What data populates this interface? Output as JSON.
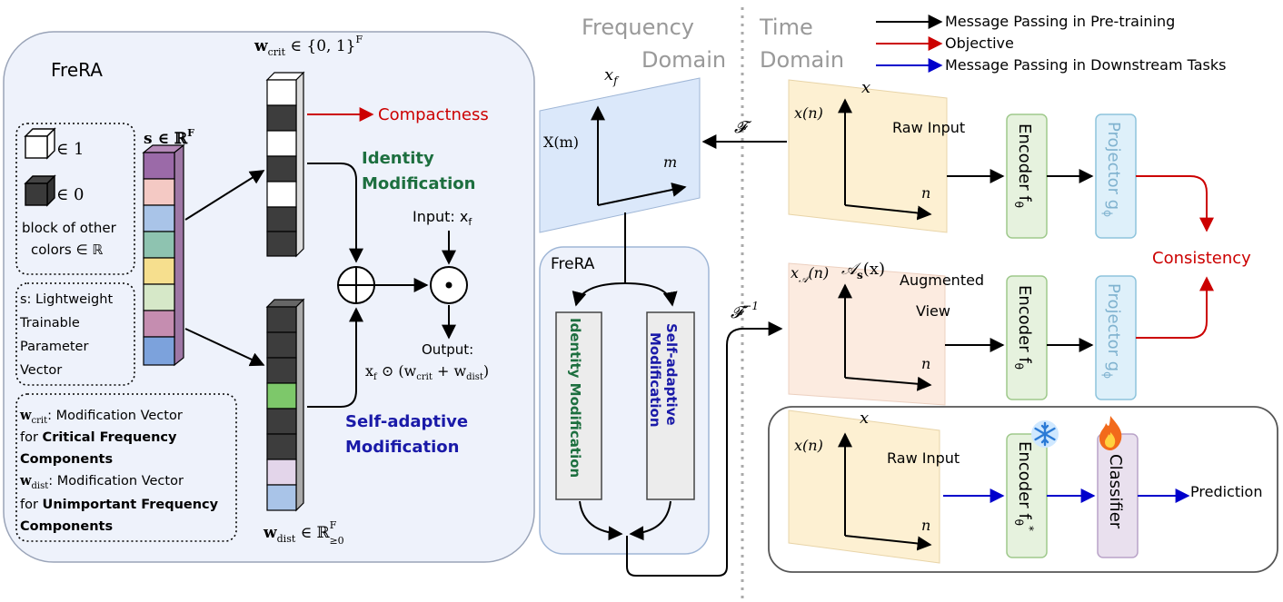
{
  "freRA_panel": {
    "title": "FreRA",
    "s_label": "s ∈ ℝ",
    "s_sup": "F",
    "legend_white": "∈ 1",
    "legend_black": "∈ 0",
    "legend_other_1": "block of other",
    "legend_other_2": "colors ∈ ℝ",
    "s_desc_1": "s: Lightweight",
    "s_desc_2": "Trainable",
    "s_desc_3": "Parameter",
    "s_desc_4": "Vector",
    "wcrit_desc_1": "w",
    "wcrit_desc_1_sub": "crit",
    "wcrit_desc_1_rest": ": Modification Vector",
    "wcrit_desc_2": "for ",
    "wcrit_desc_2_bold": "Critical Frequency",
    "wcrit_desc_3": "Components",
    "wdist_desc_1": "w",
    "wdist_desc_1_sub": "dist",
    "wdist_desc_1_rest": ": Modification Vector",
    "wdist_desc_2": "for ",
    "wdist_desc_2_bold": "Unimportant Frequency",
    "wdist_desc_3": "Components",
    "wcrit_label": "w",
    "wcrit_label_sub": "crit",
    "wcrit_label_rest": " ∈ {0, 1}",
    "wcrit_label_sup": "F",
    "wdist_label": "w",
    "wdist_label_sub": "dist",
    "wdist_label_rest": " ∈ ℝ",
    "wdist_label_sup": "F",
    "wdist_label_sub2": "≥0",
    "compactness": "Compactness",
    "identity_1": "Identity",
    "identity_2": "Modification",
    "selfadaptive_1": "Self-adaptive",
    "selfadaptive_2": "Modification",
    "input_label": "Input: x",
    "input_sub": "f",
    "output_label": "Output:",
    "output_formula": "x",
    "output_formula_sub": "f",
    "output_formula_rest": " ⊙ (w",
    "output_formula_sub2": "crit",
    "output_formula_rest2": " + w",
    "output_formula_sub3": "dist",
    "output_formula_rest3": ")"
  },
  "domains": {
    "frequency_1": "Frequency",
    "frequency_2": "Domain",
    "time_1": "Time",
    "time_2": "Domain"
  },
  "legend": {
    "black": "Message Passing in Pre-training",
    "red": "Objective",
    "blue": "Message Passing in Downstream Tasks"
  },
  "frequency_plane": {
    "label_top": "x",
    "label_top_sub": "f",
    "y_label": "X(m)",
    "x_label": "m"
  },
  "transforms": {
    "forward": "𝓕",
    "inverse": "𝓕",
    "inverse_sup": "−1"
  },
  "freRA_small": {
    "title": "FreRA",
    "identity": "Identity Modification",
    "selfadaptive_1": "Self-adaptive",
    "selfadaptive_2": "Modification"
  },
  "row1": {
    "plane_top": "x",
    "y_label": "x(n)",
    "x_label": "n",
    "caption": "Raw Input",
    "encoder": "Encoder f",
    "encoder_sub": "θ",
    "projector": "Projector g",
    "projector_sub": "ϕ"
  },
  "row2": {
    "plane_top": "𝒜",
    "plane_top_sub": "s",
    "plane_top_rest": "(x)",
    "y_label": "x",
    "y_label_sub": "𝒜",
    "y_label_rest": "(n)",
    "x_label": "n",
    "caption_1": "Augmented",
    "caption_2": "View",
    "encoder": "Encoder f",
    "encoder_sub": "θ",
    "projector": "Projector g",
    "projector_sub": "ϕ"
  },
  "consistency": "Consistency",
  "row3": {
    "plane_top": "x",
    "y_label": "x(n)",
    "x_label": "n",
    "caption": "Raw Input",
    "encoder": "Encoder f",
    "encoder_sub": "θ",
    "encoder_sup": "*",
    "classifier": "Classifier",
    "prediction": "Prediction",
    "frozen_icon": "snowflake-icon",
    "trainable_icon": "fire-icon"
  },
  "colors": {
    "black_arrow": "#000000",
    "red_arrow": "#cc0000",
    "blue_arrow": "#0000cc",
    "panel_fill": "#eef2fb",
    "plane_blue": "#dbe8fa",
    "plane_yellow": "#fdf0d2",
    "plane_peach": "#fcebe0",
    "encoder_fill": "#e6f2de",
    "projector_fill": "#def0fa",
    "classifier_fill": "#e9e0ee",
    "identity_green": "#1d6f3f",
    "selfadaptive_blue": "#1a1aa8",
    "projector_text": "#7fb2cf"
  }
}
